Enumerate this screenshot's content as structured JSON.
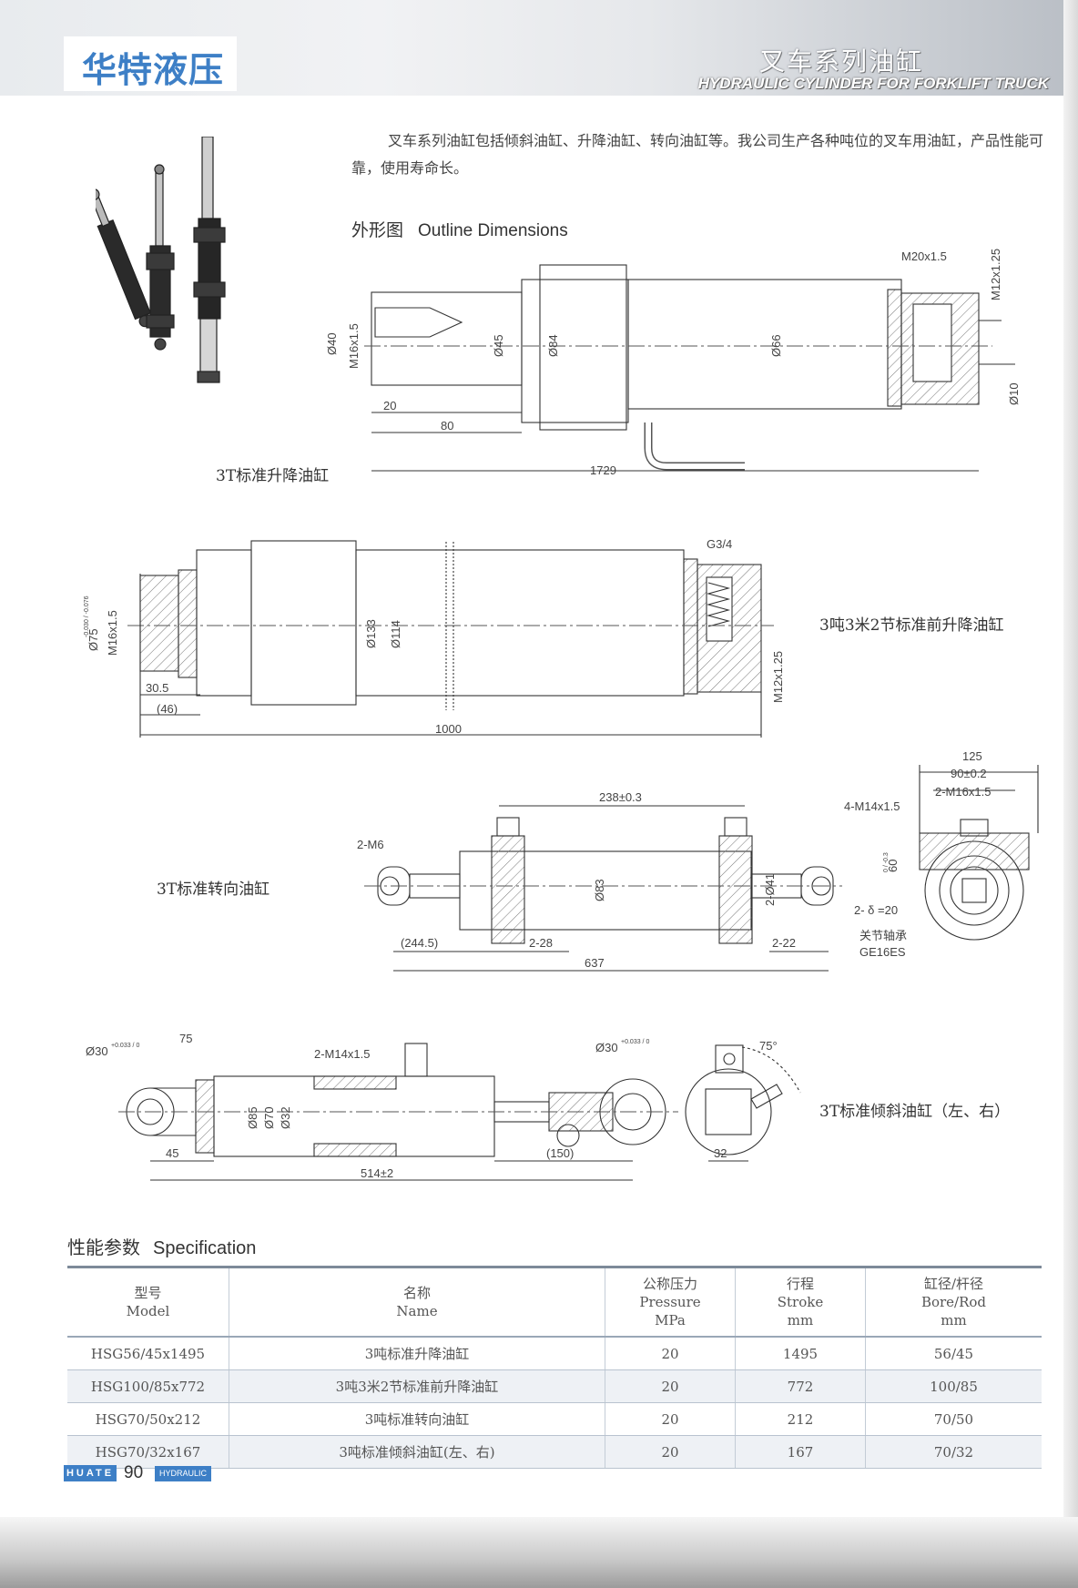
{
  "header": {
    "brand": "华特液压",
    "series_zh": "叉车系列油缸",
    "series_en": "HYDRAULIC CYLINDER FOR FORKLIFT TRUCK"
  },
  "intro": "叉车系列油缸包括倾斜油缸、升降油缸、转向油缸等。我公司生产各种吨位的叉车用油缸，产品性能可靠，使用寿命长。",
  "outline": {
    "title_zh": "外形图",
    "title_en": "Outline Dimensions"
  },
  "drawings": {
    "d1": {
      "caption": "3T标准升降油缸",
      "labels": {
        "m20": "M20x1.5",
        "m12": "M12x1.25",
        "d40": "Ø40",
        "m16": "M16x1.5",
        "d45": "Ø45",
        "d84": "Ø84",
        "d66": "Ø66",
        "d10": "Ø10",
        "l20": "20",
        "l80": "80",
        "l1729": "1729"
      }
    },
    "d2": {
      "caption": "3吨3米2节标准前升降油缸",
      "labels": {
        "g34": "G3/4",
        "d75": "Ø75",
        "d75tol": "-0.030 / -0.076",
        "m16": "M16x1.5",
        "d133": "Ø133",
        "d114": "Ø114",
        "m12": "M12x1.25",
        "l305": "30.5",
        "l46": "(46)",
        "l1000": "1000"
      }
    },
    "d3": {
      "caption": "3T标准转向油缸",
      "labels": {
        "l238": "238±0.3",
        "m6": "2-M6",
        "d83": "Ø83",
        "d41": "2-Ø41",
        "l2445": "(244.5)",
        "l228": "2-28",
        "l637": "637",
        "l222": "2-22",
        "l125": "125",
        "l90": "90±0.2",
        "m16": "2-M16x1.5",
        "m14": "4-M14x1.5",
        "l60": "60",
        "l60tol": "0 / -0.3",
        "d20": "2- δ =20",
        "bearing": "关节轴承",
        "ge16": "GE16ES"
      }
    },
    "d4": {
      "caption": "3T标准倾斜油缸（左、右）",
      "labels": {
        "d30a": "Ø30",
        "d30tol": "+0.033 / 0",
        "l75": "75",
        "m14": "2-M14x1.5",
        "d30b": "Ø30",
        "a75": "75°",
        "d85": "Ø85",
        "d70": "Ø70",
        "d32": "Ø32",
        "l45": "45",
        "l514": "514±2",
        "l150": "(150)",
        "l32": "32"
      }
    }
  },
  "spec": {
    "title_zh": "性能参数",
    "title_en": "Specification",
    "headers": [
      {
        "zh": "型号",
        "en": "Model",
        "unit": ""
      },
      {
        "zh": "名称",
        "en": "Name",
        "unit": ""
      },
      {
        "zh": "公称压力",
        "en": "Pressure",
        "unit": "MPa"
      },
      {
        "zh": "行程",
        "en": "Stroke",
        "unit": "mm"
      },
      {
        "zh": "缸径/杆径",
        "en": "Bore/Rod",
        "unit": "mm"
      }
    ],
    "rows": [
      {
        "model": "HSG56/45x1495",
        "name": "3吨标准升降油缸",
        "pressure": "20",
        "stroke": "1495",
        "bore_rod": "56/45"
      },
      {
        "model": "HSG100/85x772",
        "name": "3吨3米2节标准前升降油缸",
        "pressure": "20",
        "stroke": "772",
        "bore_rod": "100/85"
      },
      {
        "model": "HSG70/50x212",
        "name": "3吨标准转向油缸",
        "pressure": "20",
        "stroke": "212",
        "bore_rod": "70/50"
      },
      {
        "model": "HSG70/32x167",
        "name": "3吨标准倾斜油缸(左、右)",
        "pressure": "20",
        "stroke": "167",
        "bore_rod": "70/32"
      }
    ]
  },
  "footer": {
    "brand": "HUATE",
    "page": "90",
    "tag": "HYDRAULIC"
  },
  "colors": {
    "accent": "#3d7fc6",
    "line": "#333333",
    "dim": "#555555",
    "hatch": "#666666"
  }
}
